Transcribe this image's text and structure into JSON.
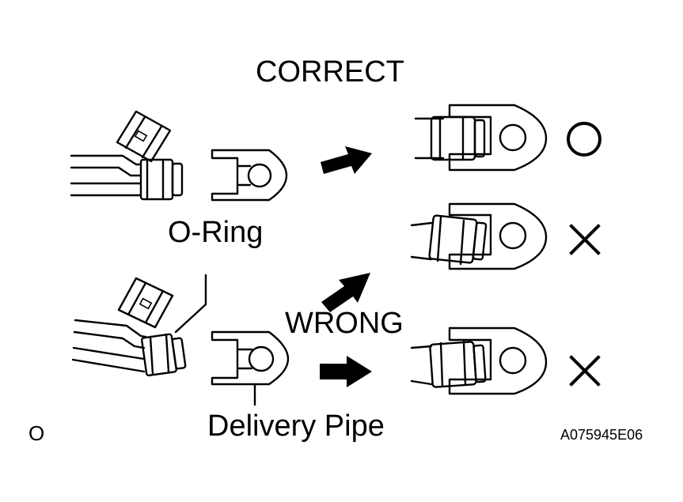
{
  "labels": {
    "correct": "CORRECT",
    "wrong": "WRONG",
    "o_ring": "O-Ring",
    "delivery_pipe": "Delivery Pipe",
    "corner_mark": "O",
    "figure_code": "A075945E06"
  },
  "results": [
    {
      "row": "correct",
      "mark": "circle"
    },
    {
      "row": "wrong-tilted-upper",
      "mark": "cross"
    },
    {
      "row": "wrong-tilted-lower",
      "mark": "cross"
    }
  ],
  "icons": [
    "injector",
    "delivery-pipe-clip",
    "arrow",
    "circle-mark",
    "cross-mark"
  ],
  "colors": {
    "ink": "#000000",
    "background": "#ffffff"
  }
}
